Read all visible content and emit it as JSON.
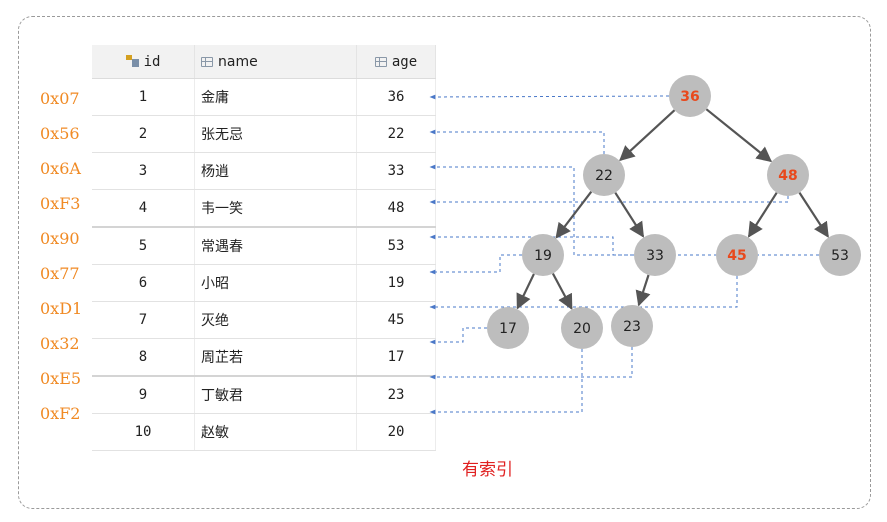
{
  "caption": "有索引",
  "table": {
    "headers": {
      "id": "id",
      "name": "name",
      "age": "age"
    },
    "rows": [
      {
        "addr": "0x07",
        "id": "1",
        "name": "金庸",
        "age": "36"
      },
      {
        "addr": "0x56",
        "id": "2",
        "name": "张无忌",
        "age": "22"
      },
      {
        "addr": "0x6A",
        "id": "3",
        "name": "杨逍",
        "age": "33"
      },
      {
        "addr": "0xF3",
        "id": "4",
        "name": "韦一笑",
        "age": "48"
      },
      {
        "addr": "0x90",
        "id": "5",
        "name": "常遇春",
        "age": "53"
      },
      {
        "addr": "0x77",
        "id": "6",
        "name": "小昭",
        "age": "19"
      },
      {
        "addr": "0xD1",
        "id": "7",
        "name": "灭绝",
        "age": "45"
      },
      {
        "addr": "0x32",
        "id": "8",
        "name": "周芷若",
        "age": "17"
      },
      {
        "addr": "0xE5",
        "id": "9",
        "name": "丁敏君",
        "age": "23"
      },
      {
        "addr": "0xF2",
        "id": "10",
        "name": "赵敏",
        "age": "20"
      }
    ]
  },
  "tree": {
    "nodes": [
      "36",
      "22",
      "48",
      "19",
      "33",
      "45",
      "53",
      "17",
      "20",
      "23"
    ],
    "highlighted": [
      "36",
      "48",
      "45"
    ],
    "colors": {
      "node": "#bdbdbd",
      "highlight_text": "#e8491d",
      "arrow": "#555555",
      "pointer": "#4a78c8"
    }
  }
}
